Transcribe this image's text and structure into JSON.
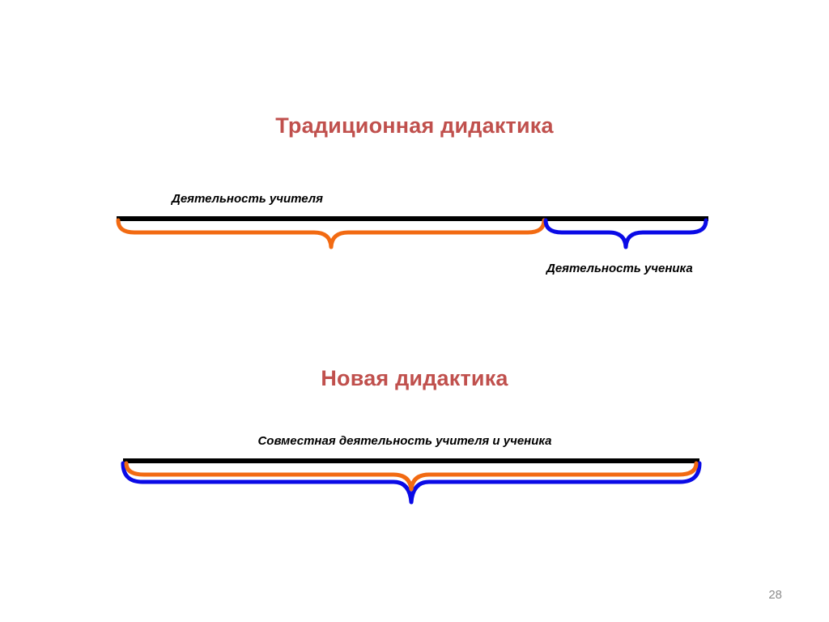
{
  "slide": {
    "title_traditional": "Традиционная дидактика",
    "title_new": "Новая дидактика",
    "label_teacher_activity": "Деятельность учителя",
    "label_student_activity": "Деятельность ученика",
    "label_joint_activity": "Совместная деятельность учителя и ученика",
    "page_number": "28"
  },
  "colors": {
    "heading": "#c0504d",
    "line": "#000000",
    "teacher_brace": "#f26a12",
    "student_brace": "#0a0ae6"
  }
}
